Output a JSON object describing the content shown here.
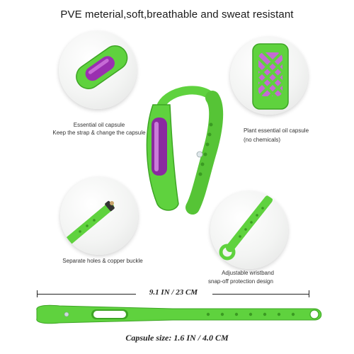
{
  "headline": "PVE meterial,soft,breathable and sweat resistant",
  "callouts": {
    "top_left_line1": "Essential oil capsule",
    "top_left_line2": "Keep the strap & change the capsule",
    "top_right_line1": "Plant essential oil capsule",
    "top_right_line2": "(no  chemicals)",
    "bottom_left": "Separate holes & copper buckle",
    "bottom_right_line1": "Adjustable wristband",
    "bottom_right_line2": "snap-off protection design"
  },
  "dimension_label": "9.1 IN / 23 CM",
  "capsule_size": "Capsule size: 1.6 IN / 4.0 CM",
  "colors": {
    "strap_green": "#5fd23e",
    "capsule_purple": "#9a2fb0"
  }
}
